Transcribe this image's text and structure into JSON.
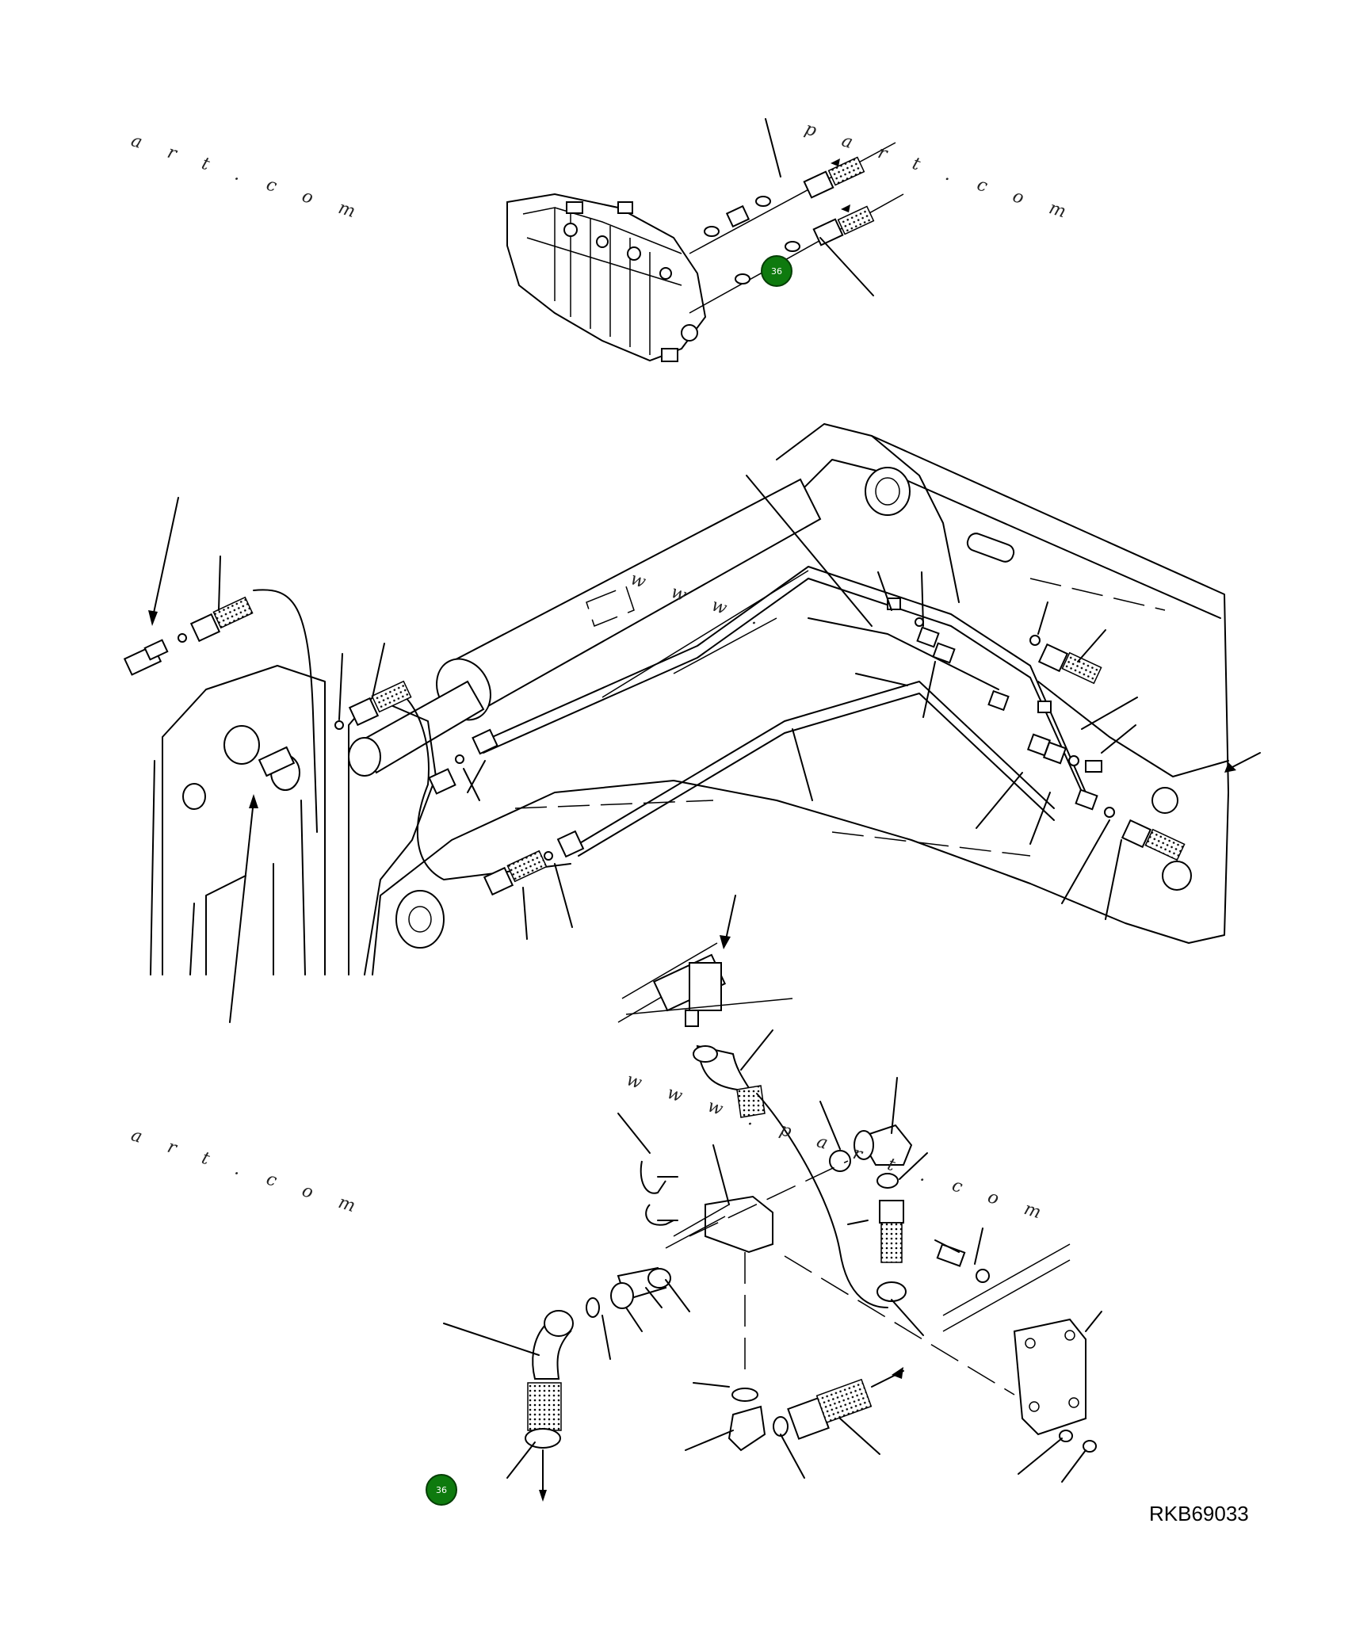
{
  "drawing": {
    "code": "RKB69033",
    "callouts": [
      {
        "label": "36"
      },
      {
        "label": "36"
      }
    ],
    "watermarks": [
      "a r t . c o m",
      "p a r t . c o m",
      "a r t . c o m",
      "w w w . ",
      "w w w . p a r t . c o m"
    ],
    "colors": {
      "callout_fill": "#0e7a0e",
      "line": "#000000",
      "background": "#ffffff"
    }
  }
}
